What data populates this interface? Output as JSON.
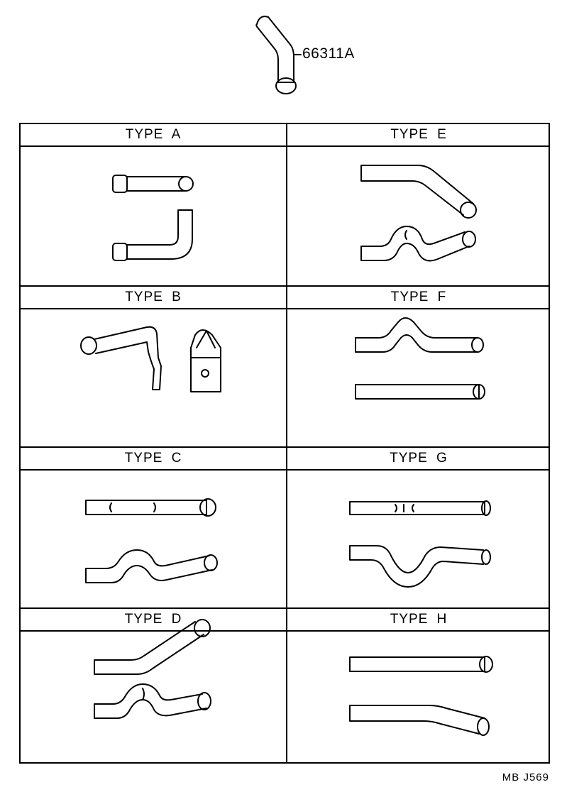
{
  "part_number": "66311A",
  "footer_code": "MB  J569",
  "types": [
    {
      "label": "TYPE  A"
    },
    {
      "label": "TYPE  E"
    },
    {
      "label": "TYPE  B"
    },
    {
      "label": "TYPE  F"
    },
    {
      "label": "TYPE  C"
    },
    {
      "label": "TYPE  G"
    },
    {
      "label": "TYPE  D"
    },
    {
      "label": "TYPE  H"
    }
  ]
}
